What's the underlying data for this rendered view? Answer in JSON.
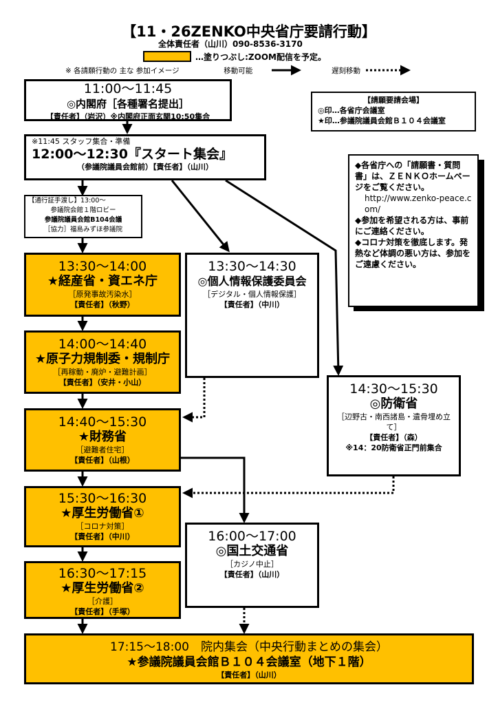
{
  "header": {
    "title": "【11・26ZENKO中央省庁要請行動】",
    "leader": "全体責任者（山川）090-8536-3170",
    "legend_text": "…塗りつぶし:ZOOM配信を予定。",
    "note_main": "※ 各請願行動の 主な 参加イメージ",
    "note_move": "移動可能",
    "note_delay": "遅刻移動"
  },
  "colors": {
    "highlight": "#FFC000",
    "line": "#000000"
  },
  "venue_box": {
    "title": "【請願要請会場】",
    "line1": "◎印…各省庁会議室",
    "line2": "★印…参議院議員会館Ｂ１０４会議室"
  },
  "info_box": {
    "p1": "◆各省庁への「請願書・質問書」は、ＺＥＮＫＯホームページをご覧ください。",
    "url": "http://www.zenko-peace.com/",
    "p2": "◆参加を希望される方は、事前にご連絡ください。",
    "p3": "◆コロナ対策を徹底します。発熱など体調の悪い方は、参加をご遠慮ください。"
  },
  "boxes": {
    "cabinet": {
      "time": "11:00～11:45",
      "title": "◎内閣府［各種署名提出］",
      "resp": "【責任者】（岩沢）※内閣府正面玄関10:50集合"
    },
    "start": {
      "pre": "※11:45 スタッフ集合・準備",
      "time": "12:00～12:30『スタート集会』",
      "resp": "（参議院議員会館前）【責任者】（山川）"
    },
    "pass": {
      "l1": "【通行証手渡し】13:00～",
      "l2": "参議院会館１階ロビー",
      "l3": "参議院議員会館B104会議",
      "l4": "［協力］福島みずほ参議院"
    },
    "meti": {
      "time": "13:30～14:00",
      "title": "★経産省・資エネ庁",
      "sub": "［原発事故汚染水］",
      "resp": "【責任者】（秋野）"
    },
    "privacy": {
      "time": "13:30～14:30",
      "title": "◎個人情報保護委員会",
      "sub": "［デジタル・個人情報保護］",
      "resp": "【責任者】（中川）"
    },
    "nra": {
      "time": "14:00～14:40",
      "title": "★原子力規制委・規制庁",
      "sub": "［再稼動・廃炉・避難計画］",
      "resp": "【責任者】（安井・小山）"
    },
    "defense": {
      "time": "14:30～15:30",
      "title": "◎防衛省",
      "sub": "［辺野古・南西諸島・遺骨埋め立て］",
      "resp": "【責任者】（森）",
      "note": "※14：20防衛省正門前集合"
    },
    "mof": {
      "time": "14:40～15:30",
      "title": "★財務省",
      "sub": "［避難者住宅］",
      "resp": "【責任者】（山根）"
    },
    "mhlw1": {
      "time": "15:30～16:30",
      "title": "★厚生労働省①",
      "sub": "［コロナ対策］",
      "resp": "【責任者】（中川）"
    },
    "mlit": {
      "time": "16:00～17:00",
      "title": "◎国土交通省",
      "sub": "［カジノ中止］",
      "resp": "【責任者】（山川）"
    },
    "mhlw2": {
      "time": "16:30～17:15",
      "title": "★厚生労働省②",
      "sub": "［介護］",
      "resp": "【責任者】（手塚）"
    },
    "final": {
      "l1": "17:15～18:00　院内集会（中央行動まとめの集会）",
      "l2": "★参議院議員会館Ｂ１０４会議室（地下１階）",
      "resp": "【責任者】（山川）"
    }
  }
}
